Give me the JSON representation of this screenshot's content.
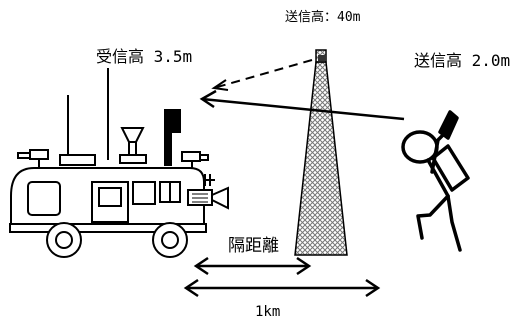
{
  "labels": {
    "tower_height": "送信高：40m",
    "receiver_height": "受信高 3.5m",
    "handheld_height": "送信高 2.0m",
    "separation": "隔距離",
    "range": "1km"
  },
  "colors": {
    "ink": "#000000",
    "background": "#ffffff",
    "tower_hatch": "#777777"
  },
  "icons": {
    "vehicle": "measurement-van-icon",
    "tower": "lattice-tower-icon",
    "person": "person-with-radio-icon"
  }
}
